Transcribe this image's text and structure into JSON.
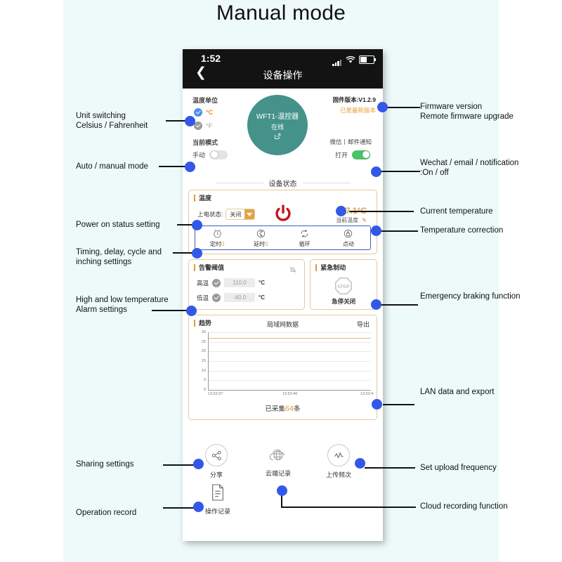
{
  "page": {
    "title": "Manual mode"
  },
  "phone": {
    "statusbar": {
      "time": "1:52",
      "signal_icon": "signal-bars-icon",
      "wifi_icon": "wifi-icon",
      "battery_icon": "battery-icon"
    },
    "nav": {
      "back_icon": "back-chevron-icon",
      "title": "设备操作"
    }
  },
  "unit": {
    "title": "温度单位",
    "options": [
      {
        "label": "°C",
        "selected": true,
        "check_icon": "check-circle-icon"
      },
      {
        "label": "°F",
        "selected": false,
        "check_icon": "check-circle-icon"
      }
    ]
  },
  "mode": {
    "title": "当前模式",
    "value": "手动",
    "toggle_state": "off"
  },
  "device": {
    "name": "WFT1-温控器",
    "state": "在线",
    "edit_icon": "edit-square-icon",
    "color": "#45928a"
  },
  "firmware": {
    "version": "固件版本:V1.2.9",
    "latest": "已是最新版本"
  },
  "notification": {
    "title": "微信丨邮件通知",
    "value": "打开",
    "toggle_state": "on"
  },
  "section_divider": {
    "label": "设备状态"
  },
  "temperature_card": {
    "title": "温度",
    "power_on_state": {
      "label": "上电状态:",
      "value": "关闭",
      "dropdown_icon": "caret-down-icon"
    },
    "power_icon": "power-button-icon",
    "current_temperature": {
      "value": "27.1°C",
      "label": "当前温度",
      "edit_icon": "pencil-icon"
    },
    "functions": [
      {
        "icon": "alarm-clock-icon",
        "label": "定时",
        "value": "0"
      },
      {
        "icon": "hourglass-icon",
        "label": "延时",
        "value": "0"
      },
      {
        "icon": "cycle-arrows-icon",
        "label": "循环",
        "value": ""
      },
      {
        "icon": "lock-icon",
        "label": "点动",
        "value": ""
      }
    ]
  },
  "alarm_card": {
    "title": "告警阈值",
    "mute_icon": "bell-muted-icon",
    "rows": [
      {
        "label": "高温",
        "check_icon": "check-circle-icon",
        "value": "110.0",
        "unit": "°C"
      },
      {
        "label": "低温",
        "check_icon": "check-circle-icon",
        "value": "-40.0",
        "unit": "°C"
      }
    ]
  },
  "emergency_card": {
    "title": "紧急制动",
    "icon": "stop-sign-icon",
    "icon_text": "STOP",
    "label": "急停关闭"
  },
  "trend_card": {
    "title": "趋势",
    "center_label": "局域网数据",
    "export_label": "导出",
    "collected_prefix": "已采集",
    "collected_count": "64",
    "collected_suffix": "条"
  },
  "chart_data": {
    "type": "line",
    "title": "局域网数据",
    "xlabel": "",
    "ylabel": "",
    "ylim": [
      0,
      30
    ],
    "yticks": [
      0,
      5,
      10,
      15,
      20,
      25,
      30
    ],
    "xticks": [
      "13:52:37",
      "13:52:40",
      "13:52:4"
    ],
    "grid": true,
    "legend": "none",
    "series": [
      {
        "name": "温度",
        "color": "#e8b87e",
        "x": [
          "13:52:37",
          "13:52:40",
          "13:52:4"
        ],
        "values": [
          27.1,
          27.1,
          27.1
        ]
      }
    ]
  },
  "bottom_actions": [
    {
      "icon": "share-nodes-icon",
      "label": "分享"
    },
    {
      "icon": "cloud-globe-icon",
      "label": "云端记录"
    },
    {
      "icon": "waveform-circle-icon",
      "label": "上传频次"
    },
    {
      "icon": "document-lines-icon",
      "label": "操作记录"
    }
  ],
  "annotations": {
    "left": [
      {
        "id": "unit-switching",
        "text": "Unit switching\nCelsius / Fahrenheit"
      },
      {
        "id": "auto-manual",
        "text": "Auto / manual mode"
      },
      {
        "id": "power-on-status",
        "text": "Power on status setting"
      },
      {
        "id": "timing-settings",
        "text": "Timing, delay, cycle and\ninching settings"
      },
      {
        "id": "alarm-settings",
        "text": "High and low temperature\nAlarm settings"
      },
      {
        "id": "sharing-settings",
        "text": "Sharing settings"
      },
      {
        "id": "operation-record",
        "text": "Operation record"
      }
    ],
    "right": [
      {
        "id": "firmware",
        "text": "Firmware version\nRemote firmware upgrade"
      },
      {
        "id": "wechat",
        "text": "Wechat / email / notification\n:On / off"
      },
      {
        "id": "current-temp",
        "text": "Current temperature"
      },
      {
        "id": "temp-correction",
        "text": "Temperature correction"
      },
      {
        "id": "emergency",
        "text": "Emergency braking function"
      },
      {
        "id": "lan-export",
        "text": "LAN data and export"
      },
      {
        "id": "upload-frequency",
        "text": "Set upload frequency"
      },
      {
        "id": "cloud-record",
        "text": "Cloud recording function"
      }
    ]
  },
  "colors": {
    "accent_orange": "#e0a040",
    "accent_blue": "#3358e8",
    "device_teal": "#45928a",
    "power_red": "#c0161b",
    "toggle_green": "#4cc26a"
  }
}
